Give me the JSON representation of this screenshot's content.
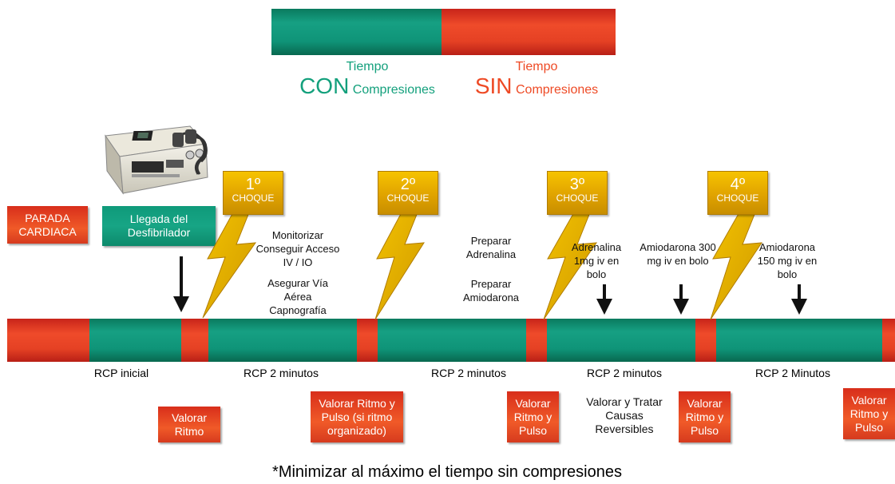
{
  "legend": {
    "con": {
      "small": "Tiempo",
      "big": "CON",
      "rest": "Compresiones",
      "color": "#0f9478"
    },
    "sin": {
      "small": "Tiempo",
      "big": "SIN",
      "rest": "Compresiones",
      "color": "#e54124"
    }
  },
  "start_boxes": {
    "parada": "PARADA CARDIACA",
    "llegada": "Llegada del Desfibrilador"
  },
  "shocks": [
    {
      "num": "1º",
      "label": "CHOQUE"
    },
    {
      "num": "2º",
      "label": "CHOQUE"
    },
    {
      "num": "3º",
      "label": "CHOQUE"
    },
    {
      "num": "4º",
      "label": "CHOQUE"
    }
  ],
  "notes": {
    "monitorizar": "Monitorizar Conseguir Acceso IV / IO",
    "asegurar": "Asegurar Vía Aérea Capnografía",
    "preparar_adrenalina": "Preparar Adrenalina",
    "preparar_amiodarona": "Preparar Amiodarona",
    "adrenalina_dose": "Adrenalina 1mg iv en bolo",
    "amiodarona_300": "Amiodarona 300 mg iv en bolo",
    "amiodarona_150": "Amiodarona 150 mg iv en bolo"
  },
  "segments": {
    "rcp_inicial": "RCP inicial",
    "rcp1": "RCP 2 minutos",
    "rcp2": "RCP 2 minutos",
    "rcp3": "RCP 2 minutos",
    "rcp4": "RCP 2 Minutos"
  },
  "valorar": {
    "v1": "Valorar Ritmo",
    "v2": "Valorar Ritmo y Pulso (si ritmo organizado)",
    "v3": "Valorar Ritmo y Pulso",
    "v4": "Valorar Ritmo y Pulso",
    "v5": "Valorar Ritmo y Pulso"
  },
  "causas": "Valorar y Tratar Causas Reversibles",
  "footer": "*Minimizar al máximo el tiempo sin compresiones"
}
